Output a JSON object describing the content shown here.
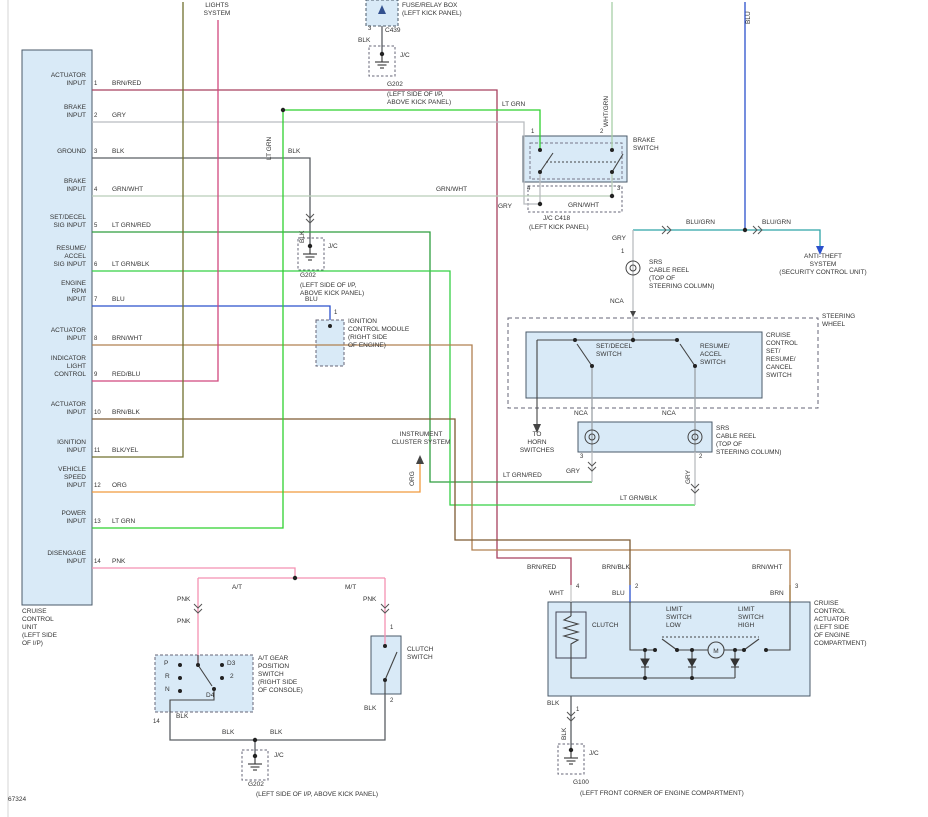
{
  "id_label": "67324",
  "palette": {
    "box_fill": "#d9eaf7",
    "box_border": "#4a5a6a",
    "label": "#333333",
    "brn_red": "#a8415f",
    "gry": "#b9bcc0",
    "blk": "#5a5f63",
    "grn_wht": "#b9cdb9",
    "lt_grn_red": "#2e9e3e",
    "lt_grn_blk": "#35d045",
    "blu": "#2b50cc",
    "brn_wht": "#b08050",
    "red_blu": "#d1487e",
    "brn_blk": "#7d5b33",
    "blk_yel": "#70702e",
    "org": "#f09a3e",
    "lt_grn": "#2fd12f",
    "pnk": "#f491b2",
    "blu_grn": "#2fa3a8",
    "wht_grn": "#a8cfa8"
  },
  "unit": {
    "caption": "CRUISE\nCONTROL\nUNIT\n(LEFT SIDE\nOF I/P)",
    "pins": [
      {
        "n": "1",
        "label": "ACTUATOR\nINPUT",
        "wire": "BRN/RED"
      },
      {
        "n": "2",
        "label": "BRAKE\nINPUT",
        "wire": "GRY"
      },
      {
        "n": "3",
        "label": "GROUND",
        "wire": "BLK"
      },
      {
        "n": "4",
        "label": "BRAKE\nINPUT",
        "wire": "GRN/WHT"
      },
      {
        "n": "5",
        "label": "SET/DECEL\nSIG INPUT",
        "wire": "LT GRN/RED"
      },
      {
        "n": "6",
        "label": "RESUME/\nACCEL\nSIG INPUT",
        "wire": "LT GRN/BLK"
      },
      {
        "n": "7",
        "label": "ENGINE\nRPM\nINPUT",
        "wire": "BLU"
      },
      {
        "n": "8",
        "label": "ACTUATOR\nINPUT",
        "wire": "BRN/WHT"
      },
      {
        "n": "9",
        "label": "INDICATOR\nLIGHT\nCONTROL",
        "wire": "RED/BLU"
      },
      {
        "n": "10",
        "label": "ACTUATOR\nINPUT",
        "wire": "BRN/BLK"
      },
      {
        "n": "11",
        "label": "IGNITION\nINPUT",
        "wire": "BLK/YEL"
      },
      {
        "n": "12",
        "label": "VEHICLE\nSPEED\nINPUT",
        "wire": "ORG"
      },
      {
        "n": "13",
        "label": "POWER\nINPUT",
        "wire": "LT GRN"
      },
      {
        "n": "14",
        "label": "DISENGAGE\nINPUT",
        "wire": "PNK"
      }
    ]
  },
  "top": {
    "lights_system": "LIGHTS\nSYSTEM",
    "fuse_relay_box": "FUSE/RELAY BOX\n(LEFT KICK PANEL)",
    "c439_pin": "3",
    "c439": "C439",
    "blk": "BLK",
    "jc": "J/C",
    "g202": "G202",
    "g202_loc": "(LEFT SIDE OF I/P,\nABOVE KICK PANEL)"
  },
  "brake": {
    "lt_grn": "LT GRN",
    "label": "BRAKE\nSWITCH",
    "pin1": "1",
    "pin2": "2",
    "pin3": "3",
    "pin4": "4",
    "gry": "GRY",
    "grn_wht": "GRN/WHT",
    "grn_wht_jc": "GRN/WHT",
    "jc_c418": "J/C C418",
    "loc": "(LEFT KICK PANEL)"
  },
  "anti": {
    "blu_grn_1": "BLU/GRN",
    "blu_grn_2": "BLU/GRN",
    "label": "ANTI-THEFT\nSYSTEM\n(SECURITY CONTROL UNIT)"
  },
  "reel_top": {
    "gry": "GRY",
    "pin1": "1",
    "label": "SRS\nCABLE REEL\n(TOP OF\nSTEERING COLUMN)",
    "nca": "NCA"
  },
  "steering": {
    "wheel": "STEERING\nWHEEL",
    "cruise_switch": "CRUISE\nCONTROL\nSET/\nRESUME/\nCANCEL\nSWITCH",
    "set_decel": "SET/DECEL\nSWITCH",
    "resume_accel": "RESUME/\nACCEL\nSWITCH",
    "horn": "TO\nHORN\nSWITCHES",
    "nca_l": "NCA",
    "nca_r": "NCA"
  },
  "reel_bottom": {
    "label": "SRS\nCABLE REEL\n(TOP OF\nSTEERING COLUMN)",
    "pin3": "3",
    "pin2": "2",
    "gry_l": "GRY",
    "lt_grn_red": "LT GRN/RED",
    "lt_grn_blk": "LT GRN/BLK"
  },
  "cluster": {
    "label": "INSTRUMENT\nCLUSTER SYSTEM"
  },
  "icm": {
    "blu": "BLU",
    "pin1": "1",
    "label": "IGNITION\nCONTROL MODULE\n(RIGHT SIDE\nOF ENGINE)"
  },
  "gnd_left": {
    "blk": "BLK",
    "jc": "J/C",
    "g202": "G202",
    "loc": "(LEFT SIDE OF I/P,\nABOVE KICK PANEL)"
  },
  "trans": {
    "at": "A/T",
    "mt": "M/T",
    "pnk1": "PNK",
    "pnk2": "PNK",
    "pnk3": "PNK",
    "gear_label": "A/T GEAR\nPOSITION\nSWITCH\n(RIGHT SIDE\nOF CONSOLE)",
    "p": "P",
    "r": "R",
    "n": "N",
    "d3": "D3",
    "two": "2",
    "d4": "D4",
    "pin14": "14",
    "blk_a": "BLK",
    "clutch_pin1": "1",
    "clutch_label": "CLUTCH\nSWITCH",
    "clutch_pin2": "2",
    "blk_b": "BLK",
    "blk_c": "BLK",
    "blk_d": "BLK",
    "jc": "J/C",
    "g202": "G202",
    "loc": "(LEFT SIDE OF I/P, ABOVE KICK PANEL)"
  },
  "act": {
    "brn_red": "BRN/RED",
    "brn_blk": "BRN/BLK",
    "brn_wht": "BRN/WHT",
    "wht": "WHT",
    "blu": "BLU",
    "brn": "BRN",
    "pin4": "4",
    "pin2": "2",
    "pin3": "3",
    "label": "CRUISE\nCONTROL\nACTUATOR\n(LEFT SIDE\nOF ENGINE\nCOMPARTMENT)",
    "clutch": "CLUTCH",
    "limit_low": "LIMIT\nSWITCH\nLOW",
    "limit_high": "LIMIT\nSWITCH\nHIGH",
    "motor": "M",
    "blk1": "BLK",
    "pin1": "1",
    "jc": "J/C",
    "g100": "G100",
    "loc": "(LEFT FRONT CORNER OF ENGINE COMPARTMENT)"
  },
  "rot": {
    "lt_grn": "LT GRN",
    "wht_grn": "WHT/GRN",
    "blu": "BLU",
    "org": "ORG",
    "gry": "GRY",
    "blk_left": "BLK",
    "blk_g100": "BLK"
  }
}
